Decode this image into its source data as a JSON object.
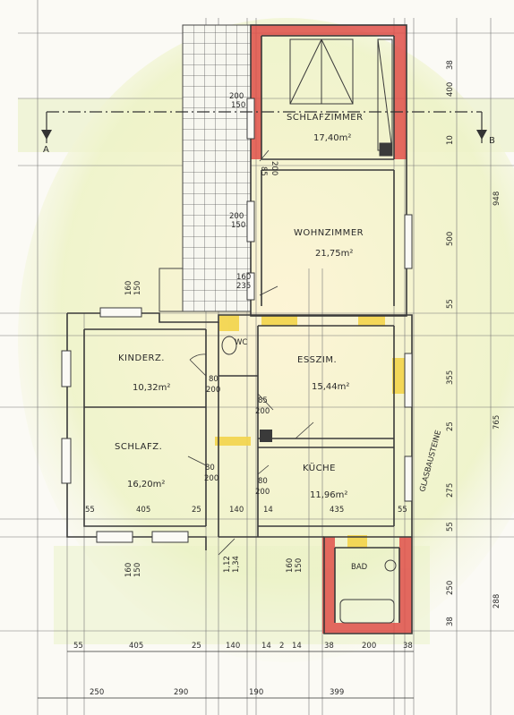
{
  "rooms": {
    "schlafzimmer_top": {
      "name": "SCHLAFZIMMER",
      "area": "17,40m²"
    },
    "wohnzimmer": {
      "name": "WOHNZIMMER",
      "area": "21,75m²"
    },
    "kinderz": {
      "name": "KINDERZ.",
      "area": "10,32m²"
    },
    "schlafz": {
      "name": "SCHLAFZ.",
      "area": "16,20m²"
    },
    "esszim": {
      "name": "ESSZIM.",
      "area": "15,44m²"
    },
    "kueche": {
      "name": "KÜCHE",
      "area": "11,96m²"
    },
    "bad": {
      "name": "BAD"
    },
    "wc": {
      "name": "WC"
    }
  },
  "section_markers": {
    "a": "A",
    "b": "B"
  },
  "annotations": {
    "glasbausteine": "GLASBAUSTEINE"
  },
  "window_labels": {
    "w1_top": "200",
    "w1_bot": "150",
    "w2_top": "200",
    "w2_bot": "150",
    "w3_top": "160",
    "w3_bot": "235",
    "w4_top": "85",
    "w4_bot": "200",
    "w5_top": "80",
    "w5_bot": "200",
    "w6_top": "85",
    "w6_bot": "200",
    "w7_top": "80",
    "w7_bot": "200",
    "w8_top": "80",
    "w8_bot": "200",
    "w9_top": "160",
    "w9_bot": "150",
    "w10_top": "160",
    "w10_bot": "150",
    "w11_top": "160",
    "w11_bot": "150",
    "w12_top": "1,12",
    "w12_bot": "1,34"
  },
  "interior_dims": {
    "d55a": "55",
    "d405": "405",
    "d25": "25",
    "d140": "140",
    "d14": "14",
    "d435": "435",
    "d55b": "55"
  },
  "right_dims": {
    "r38a": "38",
    "r400": "400",
    "r10": "10",
    "r948": "948",
    "r500": "500",
    "r55a": "55",
    "r355": "355",
    "r25": "25",
    "r765": "765",
    "r275": "275",
    "r55b": "55",
    "r250": "250",
    "r288": "288",
    "r38b": "38"
  },
  "bottom_dims_row1": {
    "b55": "55",
    "b405": "405",
    "b25": "25",
    "b140": "140",
    "b14": "14",
    "b2": "2",
    "b14b": "14",
    "b38": "38",
    "b200": "200",
    "b38b": "38"
  },
  "bottom_dims_row2": {
    "c250": "250",
    "c290": "290",
    "c190": "190",
    "c399": "399"
  },
  "colors": {
    "wall": "#3a3a3a",
    "red_wall": "#e0504a",
    "yellow": "#f3d44a",
    "green_wash": "#cfe49a",
    "cream_wash": "#fbf0cf"
  }
}
